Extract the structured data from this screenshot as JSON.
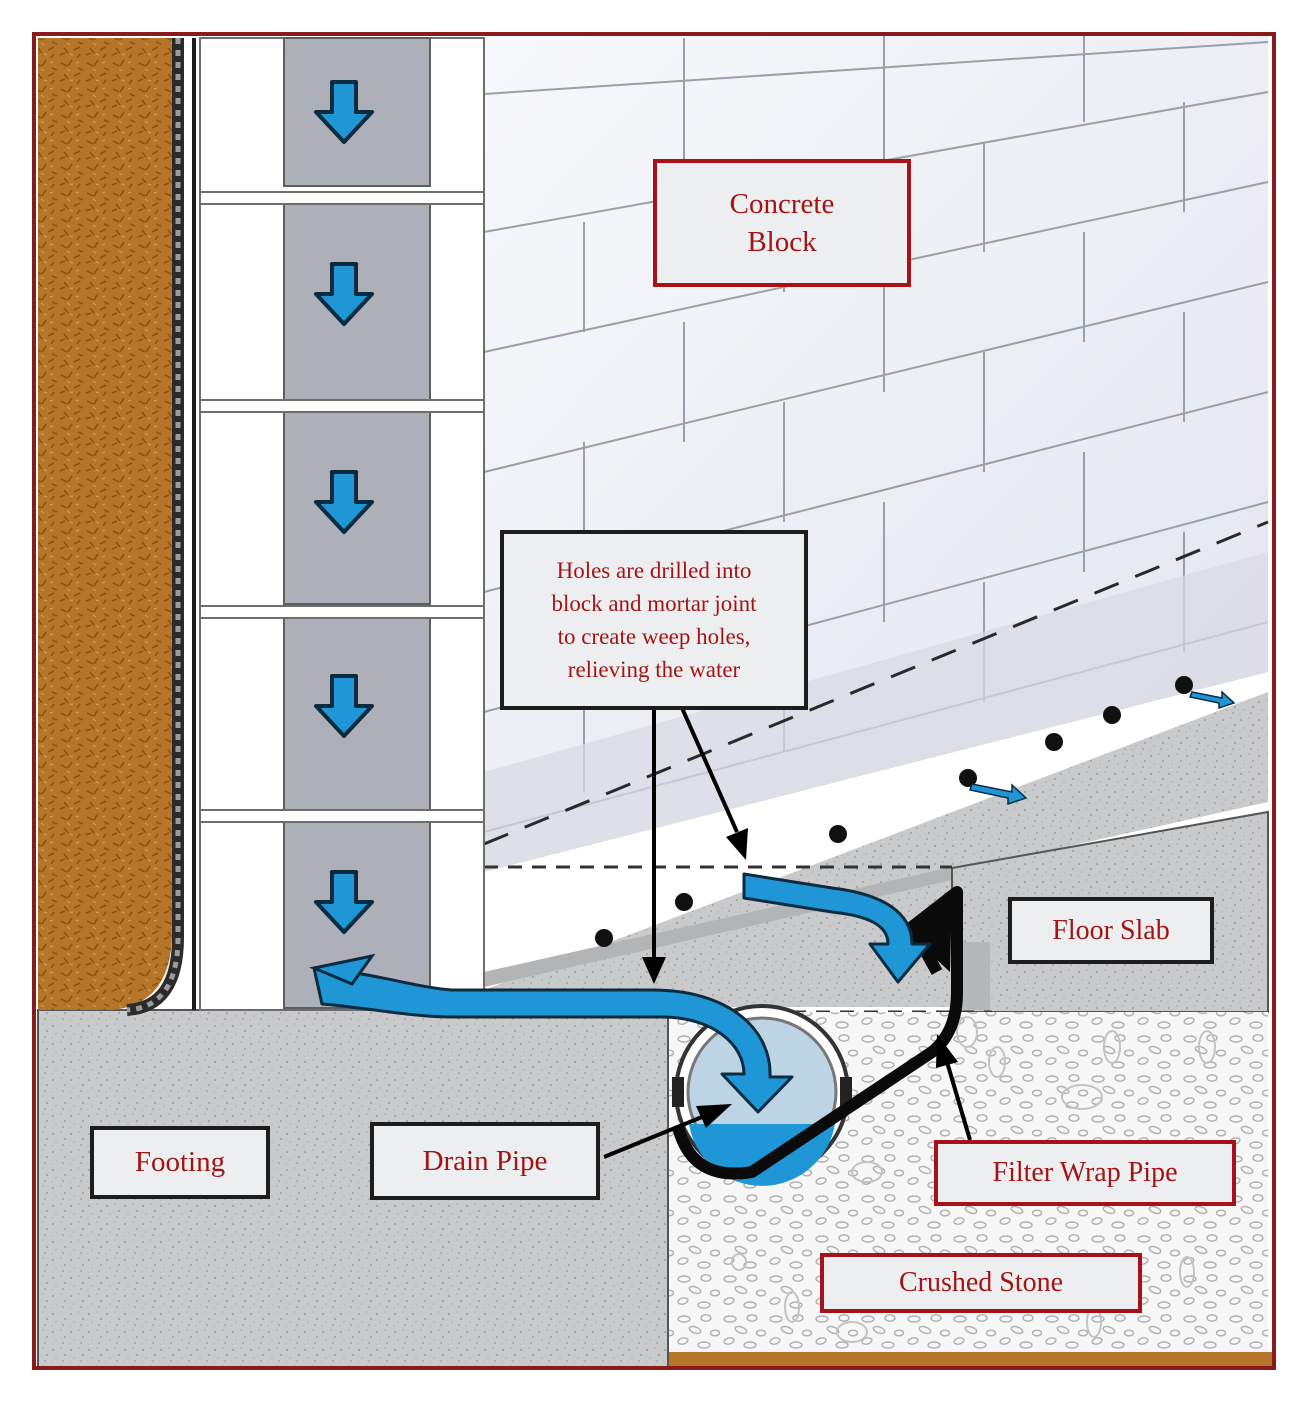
{
  "colors": {
    "frame": "#8b1a1a",
    "soil": "#b5762a",
    "concrete": "#c9cacb",
    "block_face": "#eef0f6",
    "water": "#1f97d6",
    "label_text": "#a31515",
    "label_border_dark": "#1d1d1d",
    "label_border_red": "#a51217"
  },
  "labels": {
    "concrete_block": "Concrete\nBlock",
    "weep_holes": "Holes are drilled into\nblock and mortar joint\nto create weep holes,\nrelieving the water",
    "floor_slab": "Floor Slab",
    "footing": "Footing",
    "drain_pipe": "Drain Pipe",
    "filter_wrap_pipe": "Filter Wrap Pipe",
    "crushed_stone": "Crushed Stone"
  },
  "icons": {
    "down_arrow": "down-arrow-icon",
    "flow_arrow": "water-flow-arrow-icon"
  }
}
